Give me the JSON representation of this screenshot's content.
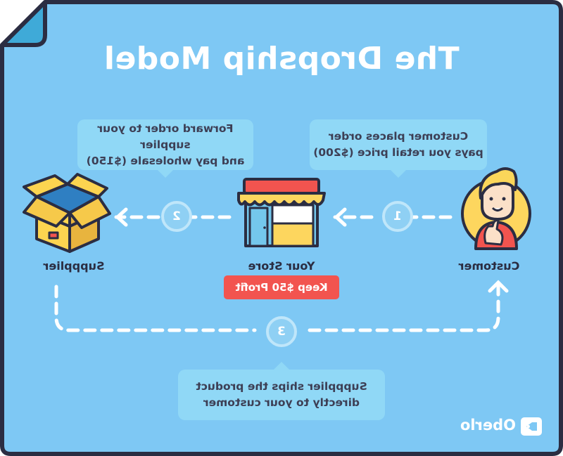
{
  "title": "The Dropship Model",
  "nodes": {
    "supplier": "Suppplier",
    "store": "Your Store",
    "customer": "Customer"
  },
  "profit": "Keep $50 Profit",
  "steps": [
    {
      "number": "1",
      "lines": [
        "Customer places order",
        "pays you retail price ($200)"
      ]
    },
    {
      "number": "2",
      "lines": [
        "Forward order to your supplier",
        "and pay wholesale ($150)"
      ]
    },
    {
      "number": "3",
      "lines": [
        "Suppplier ships the product",
        "directly to your customer"
      ]
    }
  ],
  "brand": "Oberlo",
  "colors": {
    "background": "#7ec8f4",
    "border": "#2b2d42",
    "bubble": "#90d8f6",
    "accent_red": "#f2544f",
    "store_blue": "#74c7ec",
    "store_yellow": "#fdd65e",
    "box_yellow": "#fcd450",
    "hair_yellow": "#fbd65a",
    "dashed_line": "#ffffff"
  },
  "icons": [
    "open-box-icon",
    "storefront-icon",
    "customer-thumbs-up-icon",
    "oberlo-logo-icon"
  ]
}
